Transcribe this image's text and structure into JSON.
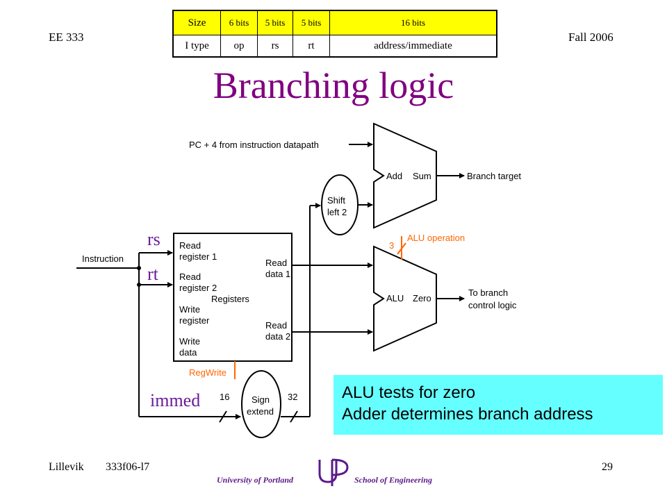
{
  "header": {
    "course": "EE 333",
    "term": "Fall 2006"
  },
  "format_table": {
    "row1": [
      "Size",
      "6 bits",
      "5 bits",
      "5 bits",
      "16 bits"
    ],
    "row2": [
      "I type",
      "op",
      "rs",
      "rt",
      "address/immediate"
    ]
  },
  "title": "Branching logic",
  "diagram": {
    "pc_input": "PC + 4 from instruction datapath",
    "adder": {
      "add": "Add",
      "sum": "Sum"
    },
    "branch_target": "Branch target",
    "shift": [
      "Shift",
      "left 2"
    ],
    "alu_width": "3",
    "alu_operation": "ALU operation",
    "alu": {
      "alu": "ALU",
      "zero": "Zero"
    },
    "to_branch": [
      "To branch",
      "control logic"
    ],
    "instruction": "Instruction",
    "registers": {
      "read_reg1": [
        "Read",
        "register 1"
      ],
      "read_reg2": [
        "Read",
        "register 2"
      ],
      "write_reg": [
        "Write",
        "register"
      ],
      "write_data": [
        "Write",
        "data"
      ],
      "read_data1": [
        "Read",
        "data 1"
      ],
      "read_data2": [
        "Read",
        "data 2"
      ],
      "name": "Registers"
    },
    "regwrite": "RegWrite",
    "width_16": "16",
    "width_32": "32",
    "sign_extend": [
      "Sign",
      "extend"
    ],
    "rs": "rs",
    "rt": "rt",
    "immed": "immed"
  },
  "note": {
    "line1": "ALU tests for zero",
    "line2": "Adder determines branch address"
  },
  "footer": {
    "author": "Lillevik",
    "file": "333f06-l7",
    "page": "29",
    "university": "University of Portland",
    "school": "School of Engineering",
    "logo_glyph": "UP"
  },
  "colors": {
    "title": "#800080",
    "note_bg": "#66ffff",
    "control": "#ff6600",
    "table_header": "#ffff00"
  }
}
